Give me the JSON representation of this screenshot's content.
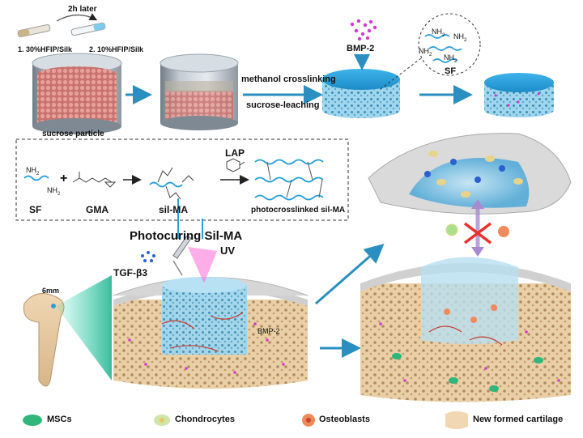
{
  "steps": {
    "time_label": "2h later",
    "step1": "1. 30%HFIP/Silk",
    "step2": "2. 10%HFIP/Silk",
    "sucrose_label": "sucrose particle",
    "methanol": "methanol crosslinking",
    "leaching": "sucrose-leaching",
    "bmp2_top": "BMP-2",
    "sf_circle": "SF",
    "nh2": "NH",
    "nh2_sub": "2"
  },
  "chemistry": {
    "sf": "SF",
    "plus": "+",
    "gma": "GMA",
    "lap": "LAP",
    "silma": "sil-MA",
    "photo": "photocrosslinked sil-MA"
  },
  "main": {
    "photocuring": "Photocuring Sil-MA",
    "uv": "UV",
    "tgf": "TGF-β3",
    "scale": "6mm",
    "bmp2_inner": "BMP-2"
  },
  "legend": [
    {
      "label": "MSCs",
      "icon": "msc-icon",
      "color": "#2fb67a"
    },
    {
      "label": "Chondrocytes",
      "icon": "chondrocyte-icon",
      "color": "#cfe6a8"
    },
    {
      "label": "Osteoblasts",
      "icon": "osteoblast-icon",
      "color": "#f08a5d"
    },
    {
      "label": "New formed cartilage",
      "icon": "cartilage-swatch-icon",
      "color": "#f2d7b3"
    }
  ],
  "colors": {
    "accent_blue": "#2a9fd8",
    "scaffold_blue": "#7ec8e8",
    "bone": "#e6c9a0",
    "cartilage": "#d9d9d9",
    "arrow": "#2a8fc0",
    "magenta": "#d23ad2"
  }
}
